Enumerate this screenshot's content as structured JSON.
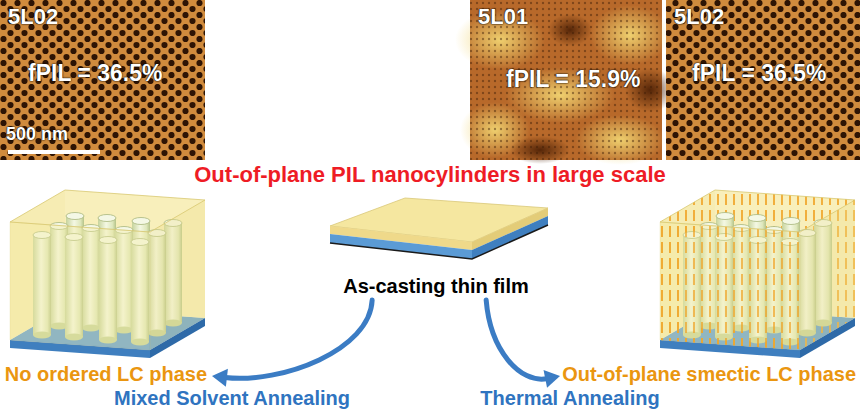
{
  "diagram": {
    "nodes": [
      {
        "text": [
          "5L02",
          "fPIL = 36.5%",
          "500 nm"
        ]
      },
      {
        "text": [
          "5L01",
          "fPIL = 15.9%"
        ]
      },
      {
        "text": [
          "5L02",
          "fPIL = 36.5%"
        ]
      },
      {
        "text": [
          "No ordered LC phase"
        ]
      },
      {
        "text": [
          "As-casting thin film"
        ]
      },
      {
        "text": [
          "Out-of-plane smectic LC phase"
        ]
      }
    ],
    "edges": [
      {
        "from": 4,
        "to": 3,
        "arrow": "to",
        "label": "Mixed Solvent Annealing"
      },
      {
        "from": 4,
        "to": 5,
        "arrow": "to",
        "label": "Thermal Annealing"
      }
    ],
    "labels": [
      "Out-of-plane PIL nanocylinders in large scale"
    ]
  }
}
